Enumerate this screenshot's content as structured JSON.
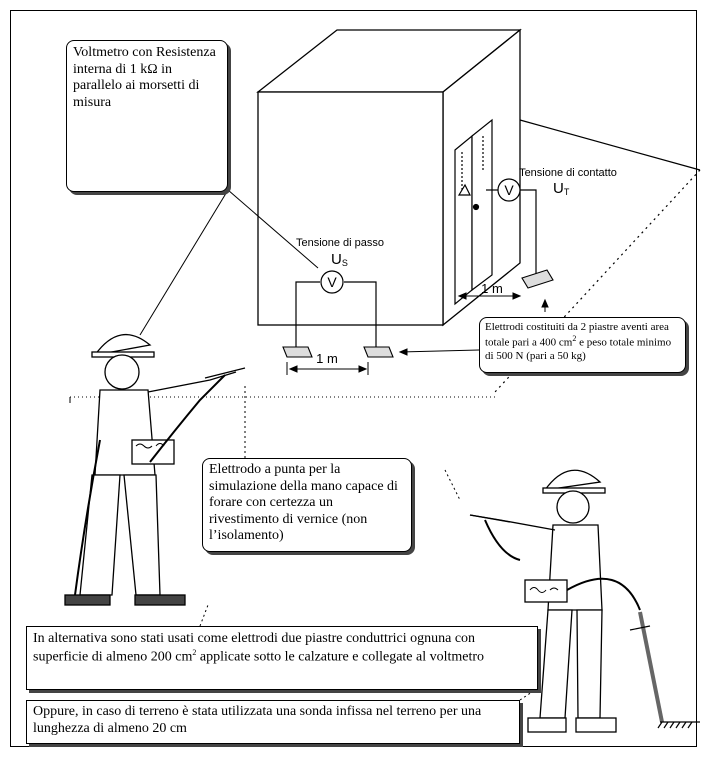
{
  "callouts": {
    "voltmeter": "Voltmetro con Resistenza interna di 1 kΩ in parallelo ai morsetti di misura",
    "electrodes_a": "Elettrodi costituiti da 2 piastre aventi area totale pari a 400 cm",
    "electrodes_sup": "2",
    "electrodes_b": " e peso totale minimo di 500 N (pari a 50 kg)",
    "probe": "Elettrodo a punta per la simulazione della mano capace di forare con certezza un rivestimento di vernice (non l’isolamento)",
    "alternative_a": "In alternativa sono stati usati come elettrodi due piastre conduttrici ognuna con superficie di almeno 200 cm",
    "alternative_sup": "2",
    "alternative_b": " applicate sotto le calzature e collegate al voltmetro",
    "or_ground": "Oppure, in caso di terreno è stata utilizzata una sonda infissa nel terreno per una lunghezza di almeno 20 cm"
  },
  "labels": {
    "step_voltage": "Tensione di passo",
    "step_symbol": "U",
    "step_sub": "S",
    "contact_voltage": "Tensione di contatto",
    "contact_symbol": "U",
    "contact_sub": "T",
    "volt_symbol": "V",
    "distance_step": "1 m",
    "distance_contact": "1 m"
  }
}
